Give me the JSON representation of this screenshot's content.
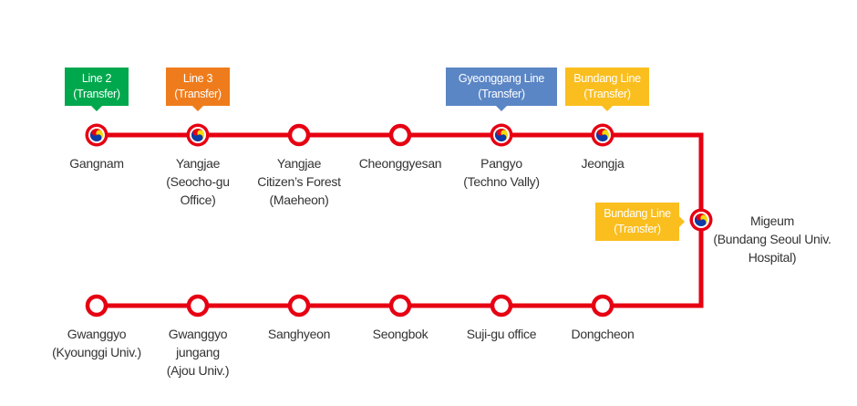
{
  "colors": {
    "line": "#e60012",
    "line2": "#00a84d",
    "line3": "#ef7c1c",
    "gyeonggang": "#5b86c5",
    "bundang": "#fabe1e",
    "taeguk_red": "#e60012",
    "taeguk_blue": "#0c3ba8",
    "taeguk_yellow": "#f5d90a"
  },
  "stations": [
    {
      "id": "gangnam",
      "lines": [
        "Gangnam"
      ],
      "transfer": true
    },
    {
      "id": "yangjae",
      "lines": [
        "Yangjae",
        "(Seocho-gu",
        "Office)"
      ],
      "transfer": true
    },
    {
      "id": "yangjae-citizens-forest",
      "lines": [
        "Yangjae",
        "Citizen’s Forest",
        "(Maeheon)"
      ],
      "transfer": false
    },
    {
      "id": "cheonggyesan",
      "lines": [
        "Cheonggyesan"
      ],
      "transfer": false
    },
    {
      "id": "pangyo",
      "lines": [
        "Pangyo",
        "(Techno Vally)"
      ],
      "transfer": true
    },
    {
      "id": "jeongja",
      "lines": [
        "Jeongja"
      ],
      "transfer": true
    },
    {
      "id": "migeum",
      "lines": [
        "Migeum",
        "(Bundang Seoul Univ.",
        "Hospital)"
      ],
      "transfer": true
    },
    {
      "id": "dongcheon",
      "lines": [
        "Dongcheon"
      ],
      "transfer": false
    },
    {
      "id": "suji-gu-office",
      "lines": [
        "Suji-gu office"
      ],
      "transfer": false
    },
    {
      "id": "seongbok",
      "lines": [
        "Seongbok"
      ],
      "transfer": false
    },
    {
      "id": "sanghyeon",
      "lines": [
        "Sanghyeon"
      ],
      "transfer": false
    },
    {
      "id": "gwanggyo-jungang",
      "lines": [
        "Gwanggyo",
        "jungang",
        "(Ajou Univ.)"
      ],
      "transfer": false
    },
    {
      "id": "gwanggyo",
      "lines": [
        "Gwanggyo",
        "(Kyounggi Univ.)"
      ],
      "transfer": false
    }
  ],
  "transfer_tags": [
    {
      "id": "line-2",
      "station": "gangnam",
      "lines": [
        "Line 2",
        "(Transfer)"
      ],
      "color": "#00a84d"
    },
    {
      "id": "line-3",
      "station": "yangjae",
      "lines": [
        "Line 3",
        "(Transfer)"
      ],
      "color": "#ef7c1c"
    },
    {
      "id": "gyeonggang-line",
      "station": "pangyo",
      "lines": [
        "Gyeonggang Line",
        "(Transfer)"
      ],
      "color": "#5b86c5"
    },
    {
      "id": "bundang-line-jeongja",
      "station": "jeongja",
      "lines": [
        "Bundang Line",
        "(Transfer)"
      ],
      "color": "#fabe1e"
    },
    {
      "id": "bundang-line-migeum",
      "station": "migeum",
      "lines": [
        "Bundang Line",
        "(Transfer)"
      ],
      "color": "#fabe1e"
    }
  ]
}
